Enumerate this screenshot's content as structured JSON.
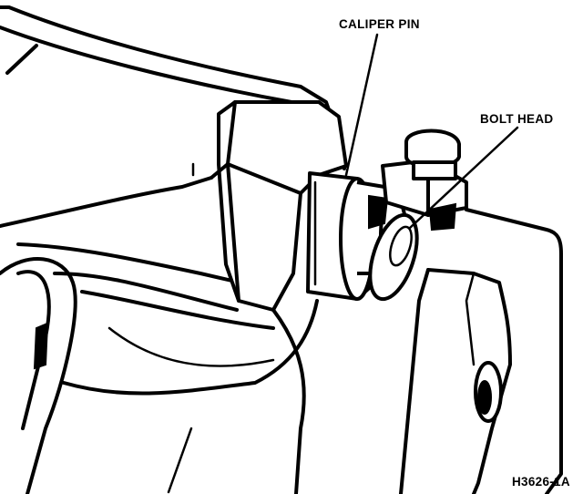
{
  "labels": {
    "caliper_pin": "CALIPER PIN",
    "bolt_head": "BOLT HEAD",
    "figure_id": "H3626-1A"
  },
  "colors": {
    "ink": "#000000",
    "paper": "#ffffff"
  }
}
